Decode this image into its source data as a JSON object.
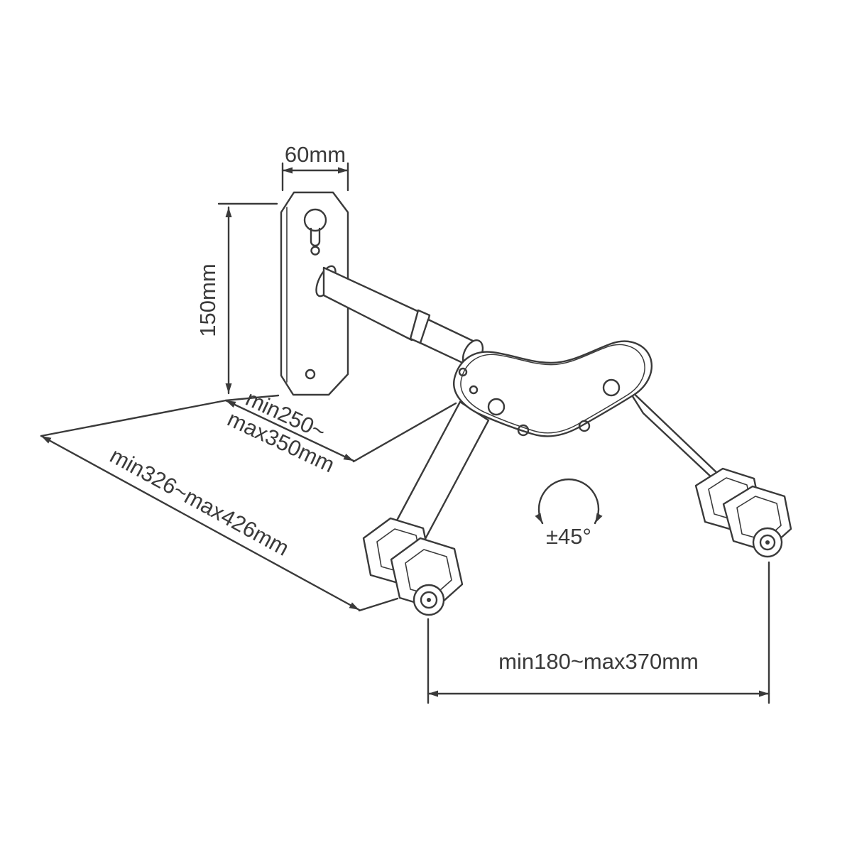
{
  "diagram": {
    "labels": {
      "width": "60mm",
      "height": "150mm",
      "depth_min": "min250~",
      "depth_max": "max350mm",
      "reach": "min326~max426mm",
      "tilt_angle": "±45°",
      "spread": "min180~max370mm"
    },
    "colors": {
      "line": "#3a3a3a",
      "background": "#ffffff"
    }
  }
}
